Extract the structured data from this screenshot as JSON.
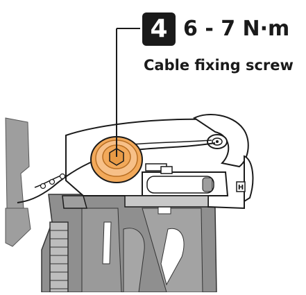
{
  "callout": {
    "step_number": "4",
    "torque": "6 - 7 N·m",
    "part_name": "Cable fixing screw"
  },
  "diagram": {
    "highlight_color": "#f2a95a",
    "highlight_stroke": "#b86e22",
    "line_color": "#1a1a1a",
    "grey_fill": "#9e9e9e",
    "light_fill": "#ffffff",
    "component_letter": "H"
  }
}
